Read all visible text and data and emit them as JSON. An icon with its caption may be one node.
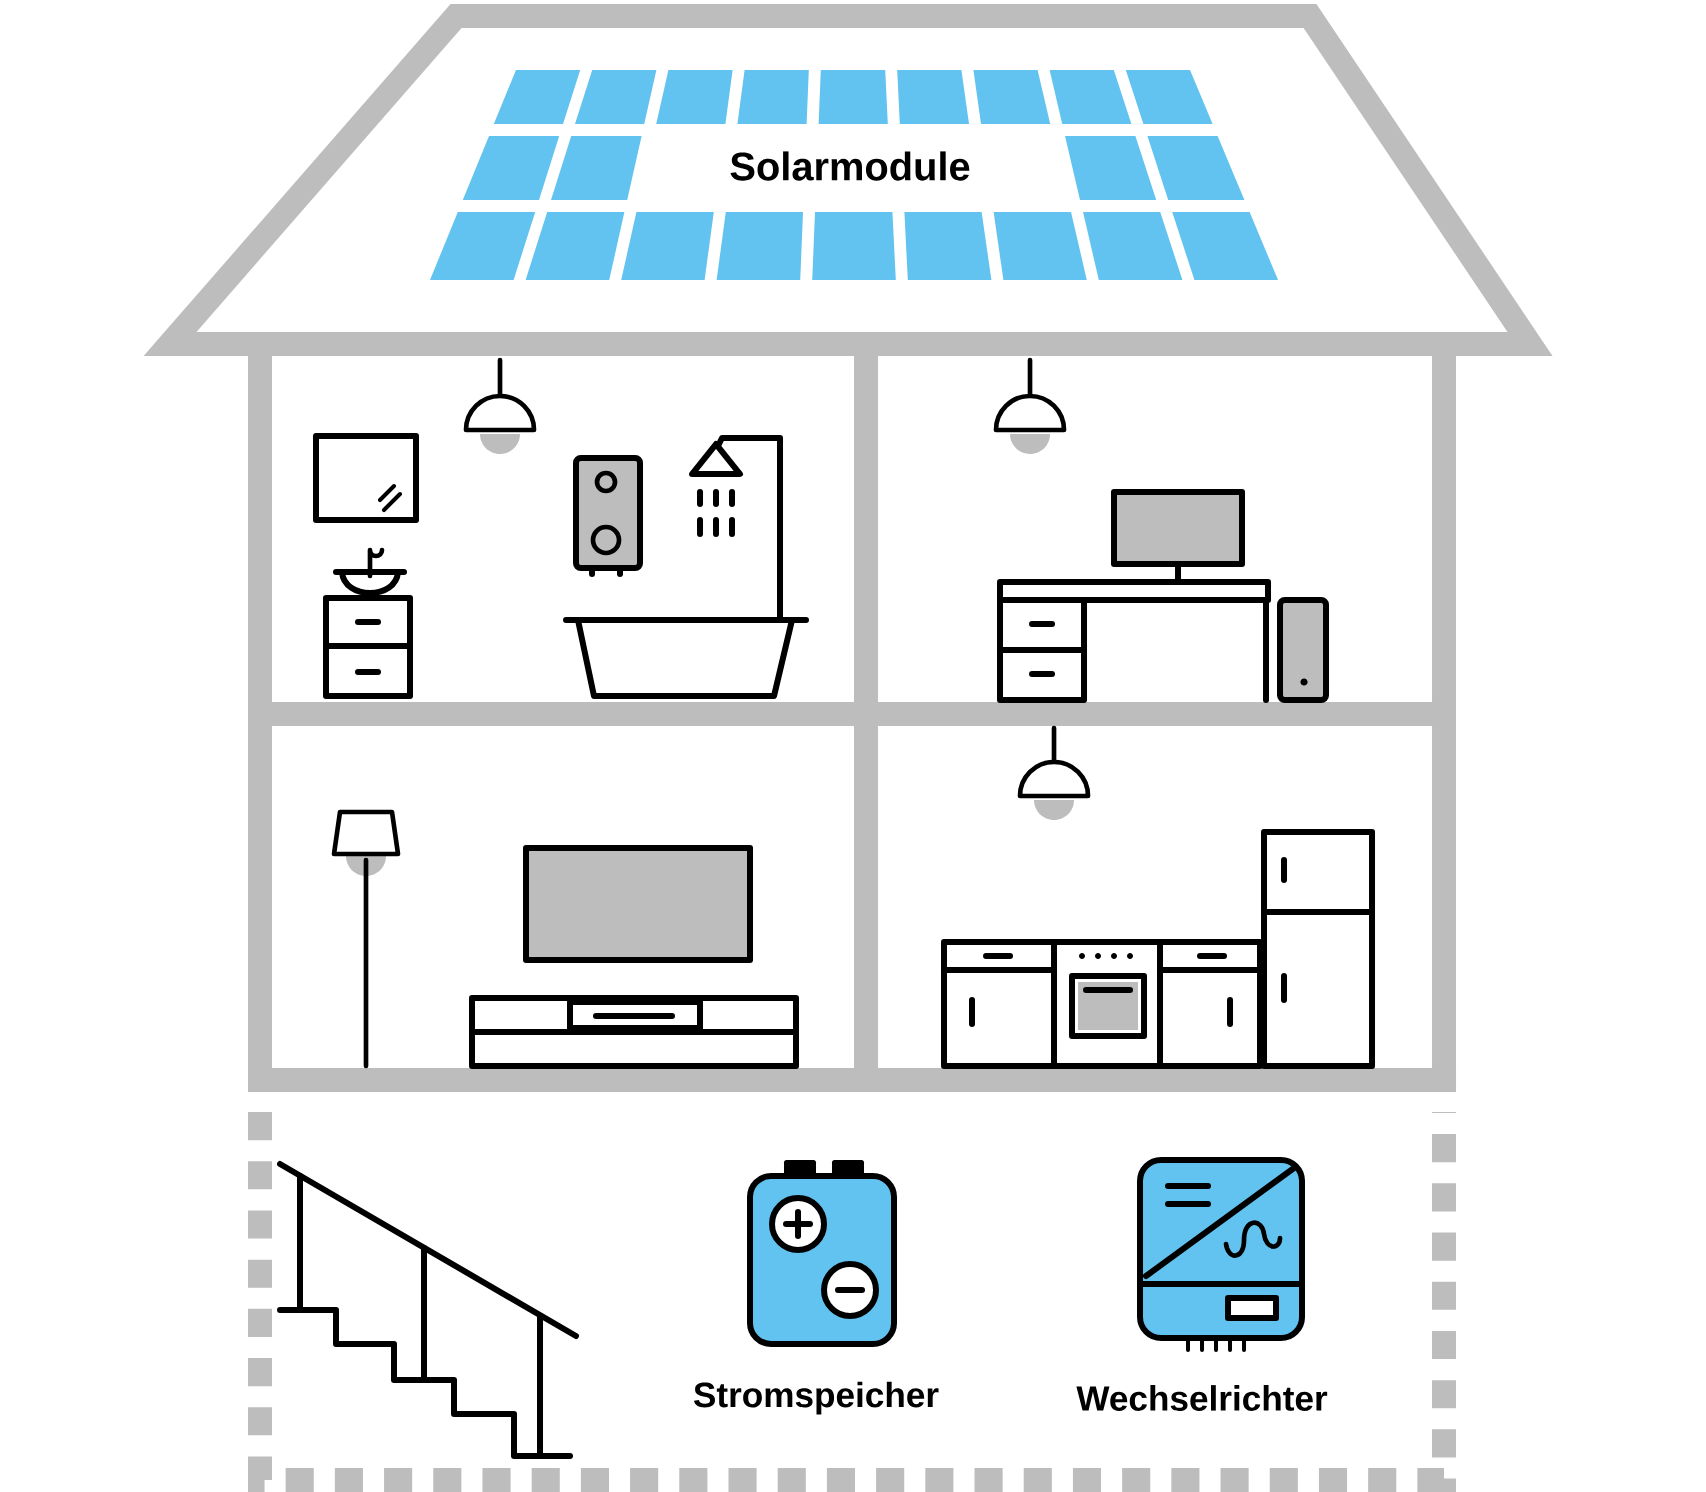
{
  "diagram": {
    "nodes": [
      {
        "text": [
          "Solarmodule"
        ]
      },
      {
        "text": [
          "Stromspeicher"
        ]
      },
      {
        "text": [
          "Wechselrichter"
        ]
      }
    ]
  }
}
